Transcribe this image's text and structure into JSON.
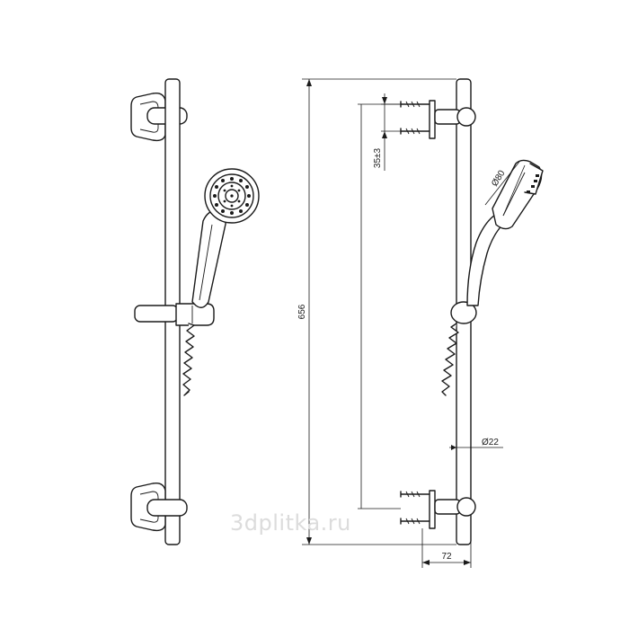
{
  "dimensions": {
    "overall_height": "656",
    "bracket_offset": "35±3",
    "rail_diameter": "Ø22",
    "handset_diameter": "Ø80",
    "wall_projection": "72"
  },
  "watermark": "3dplitka.ru",
  "colors": {
    "line": "#1a1a1a",
    "background": "#ffffff",
    "watermark": "#dcdcdc"
  }
}
